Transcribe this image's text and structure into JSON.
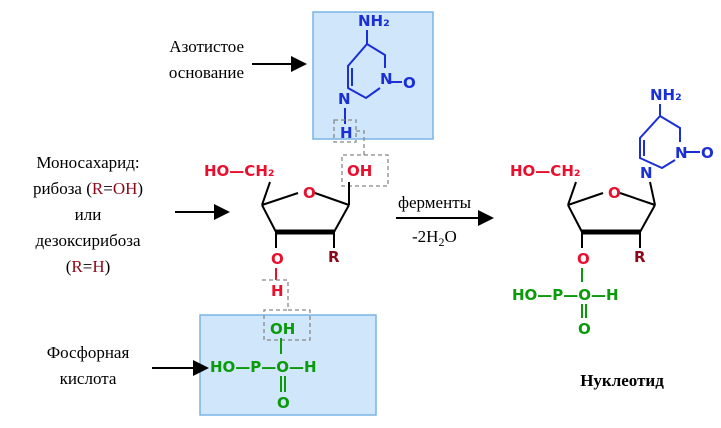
{
  "labels": {
    "base_line1": "Азотистое",
    "base_line2": "основание",
    "mono_line1": "Моносахарид:",
    "mono_line2a": "рибоза (",
    "mono_line2b": "R",
    "mono_line2c": "=",
    "mono_line2d": "OH",
    "mono_line2e": ")",
    "mono_line3": "или",
    "mono_line4": "дезоксирибоза",
    "mono_line5a": "(",
    "mono_line5b": "R",
    "mono_line5c": "=",
    "mono_line5d": "H",
    "mono_line5e": ")",
    "phos_line1": "Фосфорная",
    "phos_line2": "кислота",
    "nucleotide": "Нуклеотид"
  },
  "reaction": {
    "enzymes": "ферменты",
    "water_pre": "-2H",
    "water_sub": "2",
    "water_post": "O"
  },
  "atoms": {
    "nh2": "NH₂",
    "n": "N",
    "o": "O",
    "h": "H",
    "oh": "OH",
    "r": "R",
    "ho_ch2": "HO—CH₂",
    "ho_p_o_h": "HO—P—O—H"
  },
  "colors": {
    "base": "#1a2fd6",
    "sugar": "#e8102e",
    "phosphate": "#0a9a0a",
    "box_fill": "#cfe6fb"
  }
}
